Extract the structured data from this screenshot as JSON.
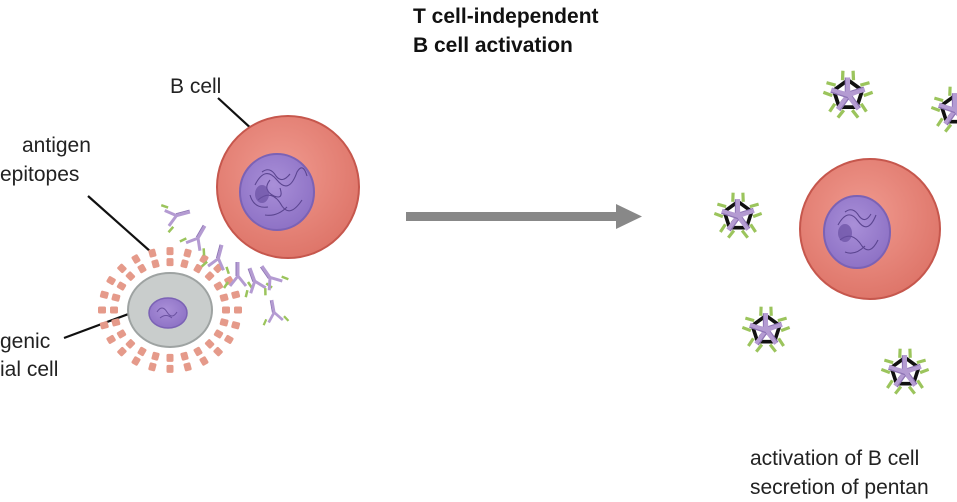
{
  "title": {
    "line1": "T cell-independent",
    "line2": "B cell activation"
  },
  "labels": {
    "b_cell": "B cell",
    "antigen_line1": "antigen",
    "antigen_line2": "epitopes",
    "pathogen_line1": "genic",
    "pathogen_line2": "ial cell",
    "result_line1": "activation of B cell",
    "result_line2": "secretion of pentan"
  },
  "colors": {
    "b_cell_fill": "#e8857a",
    "b_cell_outline": "#c6574d",
    "nucleus_fill": "#9a7fce",
    "nucleus_outline": "#7b62b5",
    "pathogen_fill": "#c9cdcc",
    "epitope": "#e59a8a",
    "antibody_heavy": "#b49bd2",
    "antibody_light": "#9bc45c",
    "arrow": "#888888"
  }
}
